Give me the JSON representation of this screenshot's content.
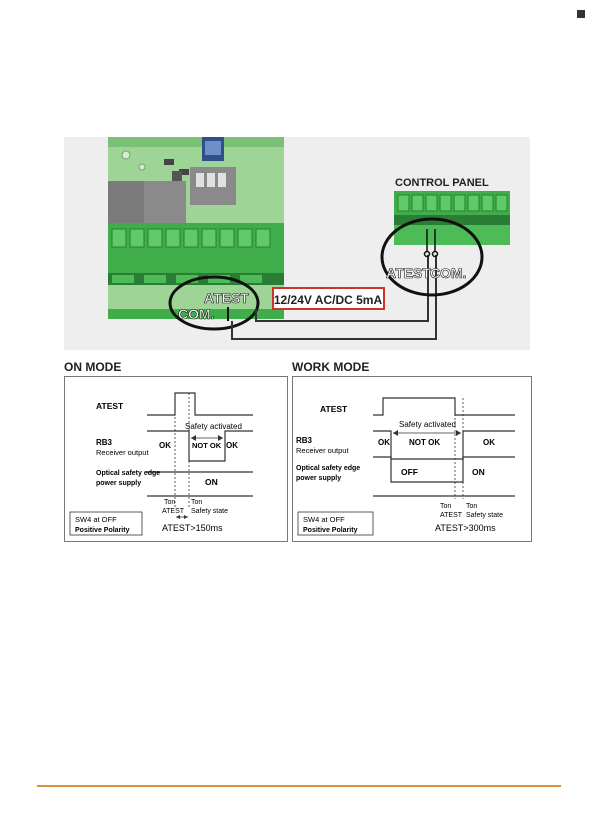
{
  "wiring": {
    "board_atest": "ATEST",
    "board_com": "COM.",
    "panel_title": "CONTROL PANEL",
    "panel_atest": "ATEST",
    "panel_com": "COM.",
    "supply": "12/24V AC/DC 5mA"
  },
  "on_mode": {
    "title": "ON MODE",
    "atest": "ATEST",
    "safety_activated": "Safety activated",
    "rb3": "RB3",
    "receiver_output": "Receiver output",
    "ok_left": "OK",
    "not_ok": "NOT OK",
    "ok_right": "OK",
    "optical_line1": "Optical safety edge",
    "optical_line2": "power supply",
    "on": "ON",
    "ton1": "Ton",
    "atest_small": "ATEST",
    "ton2": "Ton",
    "safety_state": "Safety state",
    "sw4": "SW4 at OFF",
    "polarity": "Positive Polarity",
    "atest_time": "ATEST>150ms"
  },
  "work_mode": {
    "title": "WORK MODE",
    "atest": "ATEST",
    "safety_activated": "Safety activated",
    "rb3": "RB3",
    "receiver_output": "Receiver output",
    "ok_left": "OK",
    "not_ok": "NOT OK",
    "ok_right": "OK",
    "optical_line1": "Optical safety edge",
    "optical_line2": "power supply",
    "off": "OFF",
    "on": "ON",
    "ton1": "Ton",
    "atest_small": "ATEST",
    "ton2": "Ton",
    "safety_state": "Safety state",
    "sw4": "SW4 at OFF",
    "polarity": "Positive Polarity",
    "atest_time": "ATEST>300ms"
  },
  "colors": {
    "pcb": "#8fcf8a",
    "terminal": "#3fae4a",
    "terminal_dark": "#2b7d35",
    "supply_box": "#d0312d",
    "accent_line": "#d9903f"
  }
}
